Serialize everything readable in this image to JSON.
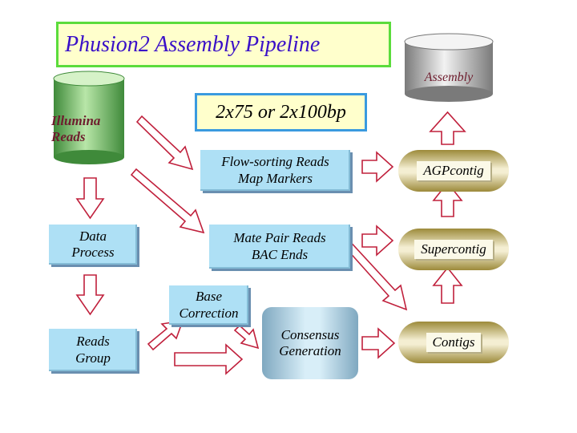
{
  "title": "Phusion2 Assembly Pipeline",
  "read_spec": "2x75 or 2x100bp",
  "storage": {
    "illumina": {
      "line1": "Illumina",
      "line2": "Reads"
    },
    "assembly": {
      "label": "Assembly"
    }
  },
  "process_panels": {
    "data_process": {
      "line1": "Data",
      "line2": "Process"
    },
    "reads_group": {
      "line1": "Reads",
      "line2": "Group"
    },
    "flow_sorting": {
      "line1": "Flow-sorting Reads",
      "line2": "Map Markers"
    },
    "mate_pair": {
      "line1": "Mate Pair Reads",
      "line2": "BAC Ends"
    },
    "base_correction": {
      "line1": "Base",
      "line2": "Correction"
    },
    "consensus": {
      "line1": "Consensus",
      "line2": "Generation"
    }
  },
  "outputs": {
    "agpcontig": "AGPcontig",
    "supercontig": "Supercontig",
    "contigs": "Contigs"
  },
  "colors": {
    "title_border": "#5bdc3c",
    "title_text": "#3a10c8",
    "spec_border": "#3a9adf",
    "box_fill": "#ffffcc",
    "panel": "#aee0f5",
    "cylinder_green": "#8fd08a",
    "cylinder_gray": "#d2d2d2",
    "arrow_stroke": "#c0203c"
  }
}
